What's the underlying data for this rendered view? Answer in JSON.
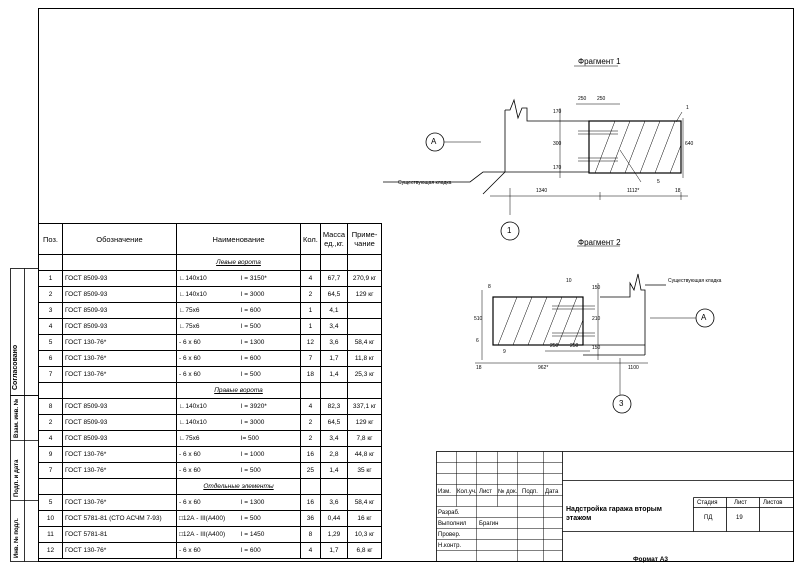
{
  "fragment1": {
    "title": "Фрагмент 1",
    "axis_letter": "А",
    "axis_number": "1",
    "existing_masonry": "Существующая кладка",
    "dims": {
      "d250a": "250",
      "d250b": "250",
      "d170a": "170",
      "d300": "300",
      "d170b": "170",
      "d640": "640",
      "d1340": "1340",
      "d1112": "1112*",
      "d18": "18"
    },
    "marks": {
      "m1": "1",
      "m5": "5"
    }
  },
  "fragment2": {
    "title": "Фрагмент 2",
    "axis_letter": "А",
    "axis_number": "3",
    "existing_masonry": "Существующая кладка",
    "dims": {
      "d150a": "150",
      "d510": "510",
      "d210": "210",
      "d150b": "150",
      "d250a": "250",
      "d250b": "250",
      "d18": "18",
      "d962": "962*",
      "d1100": "1100"
    },
    "marks": {
      "m10": "10",
      "m8": "8",
      "m6": "6",
      "m9": "9"
    }
  },
  "spec": {
    "headers": {
      "pos": "Поз.",
      "designation": "Обозначение",
      "name": "Наименование",
      "qty": "Кол.",
      "mass": "Масса ед.,кг.",
      "note": "Приме- чание"
    },
    "sections": {
      "left_gate": "Левые ворота",
      "right_gate": "Правые ворота",
      "separate": "Отдельные элементы"
    },
    "rows_left": [
      {
        "pos": "1",
        "des": "ГОСТ 8509-93",
        "name": "∟140х10",
        "len": "l = 3150*",
        "qty": "4",
        "mass": "67,7",
        "note": "270,9 кг"
      },
      {
        "pos": "2",
        "des": "ГОСТ 8509-93",
        "name": "∟140х10",
        "len": "l = 3000",
        "qty": "2",
        "mass": "64,5",
        "note": "129 кг"
      },
      {
        "pos": "3",
        "des": "ГОСТ 8509-93",
        "name": "∟75х6",
        "len": "l =  600",
        "qty": "1",
        "mass": "4,1",
        "note": ""
      },
      {
        "pos": "4",
        "des": "ГОСТ 8509-93",
        "name": "∟75х6",
        "len": "l =   500",
        "qty": "1",
        "mass": "3,4",
        "note": ""
      },
      {
        "pos": "5",
        "des": "ГОСТ 130-76*",
        "name": "- 6 х 60",
        "len": "l = 1300",
        "qty": "12",
        "mass": "3,6",
        "note": "58,4 кг"
      },
      {
        "pos": "6",
        "des": "ГОСТ 130-76*",
        "name": "- 6 х 60",
        "len": "l =  600",
        "qty": "7",
        "mass": "1,7",
        "note": "11,8 кг"
      },
      {
        "pos": "7",
        "des": "ГОСТ 130-76*",
        "name": "- 6 х 60",
        "len": "l =   500",
        "qty": "18",
        "mass": "1,4",
        "note": "25,3 кг"
      }
    ],
    "rows_right": [
      {
        "pos": "8",
        "des": "ГОСТ 8509-93",
        "name": "∟140х10",
        "len": "l = 3920*",
        "qty": "4",
        "mass": "82,3",
        "note": "337,1 кг"
      },
      {
        "pos": "2",
        "des": "ГОСТ 8509-93",
        "name": "∟140х10",
        "len": "l = 3000",
        "qty": "2",
        "mass": "64,5",
        "note": "129 кг"
      },
      {
        "pos": "4",
        "des": "ГОСТ 8509-93",
        "name": "∟75х6",
        "len": "l=   500",
        "qty": "2",
        "mass": "3,4",
        "note": "7,8 кг"
      },
      {
        "pos": "9",
        "des": "ГОСТ 130-76*",
        "name": "- 6 х 60",
        "len": "l = 1000",
        "qty": "16",
        "mass": "2,8",
        "note": "44,8 кг"
      },
      {
        "pos": "7",
        "des": "ГОСТ 130-76*",
        "name": "- 6 х 60",
        "len": "l =   500",
        "qty": "25",
        "mass": "1,4",
        "note": "35 кг"
      }
    ],
    "rows_sep": [
      {
        "pos": "5",
        "des": "ГОСТ 130-76*",
        "name": "- 6 х 60",
        "len": "l = 1300",
        "qty": "16",
        "mass": "3,6",
        "note": "58,4 кг"
      },
      {
        "pos": "10",
        "des": "ГОСТ 5781-81 (СТО АСЧМ 7-93)",
        "name": "□12А - III(А400)",
        "len": "l =  500",
        "qty": "36",
        "mass": "0,44",
        "note": "16 кг"
      },
      {
        "pos": "11",
        "des": "ГОСТ 5781-81",
        "name": "□12А - III(А400)",
        "len": "l = 1450",
        "qty": "8",
        "mass": "1,29",
        "note": "10,3 кг"
      },
      {
        "pos": "12",
        "des": "ГОСТ 130-76*",
        "name": "- 6 х 60",
        "len": "l =  600",
        "qty": "4",
        "mass": "1,7",
        "note": "6,8 кг"
      }
    ]
  },
  "side": {
    "agreed": "Согласовано",
    "inv_zam": "Взам. инв. №",
    "sign_date": "Подп. и дата",
    "inv_orig": "Инв. № подл."
  },
  "titleblock": {
    "izm": "Изм.",
    "kol": "Кол.уч.",
    "list": "Лист",
    "ndok": "№ док.",
    "podp": "Подп.",
    "data": "Дата",
    "razrab": "Разраб.",
    "vypolnil": "Выполнил",
    "vypolnil_name": "Брагин",
    "prover": "Провер.",
    "nkontr": "Н.контр.",
    "project": "Надстройка гаража вторым этажом",
    "stadia": "Стадия",
    "sheet": "Лист",
    "sheets": "Листов",
    "stadia_val": "ПД",
    "sheet_val": "19",
    "format": "Формат А3"
  }
}
